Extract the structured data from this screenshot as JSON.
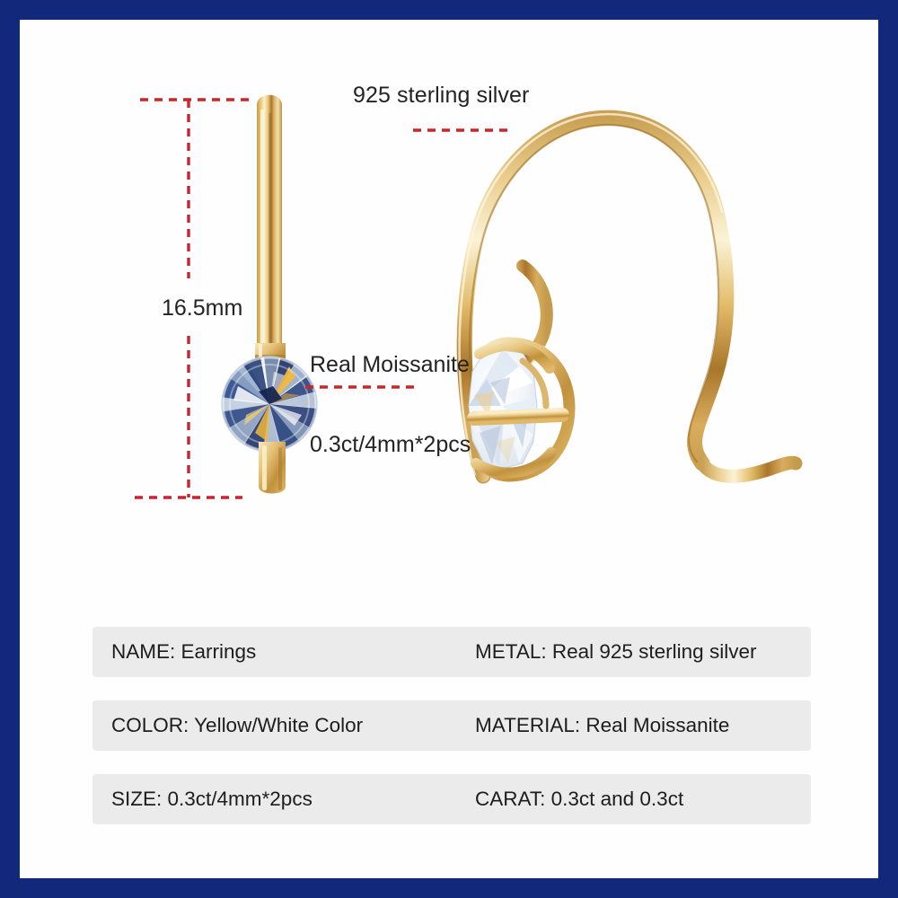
{
  "theme": {
    "border_color": "#12287a",
    "canvas_color": "#ffffff",
    "annotation_line_color": "#c9252d",
    "spec_row_bg": "#ebebeb",
    "text_color": "#232323",
    "gold_highlight": "#f7ecc4",
    "gold_mid": "#e2bd6f",
    "gold_shadow": "#a97f37",
    "gem_white": "#f4f7fb",
    "gem_blue": "#2e4a86",
    "gem_navy": "#1b2f5e",
    "gem_gold_spark": "#f0b93a"
  },
  "annotations": {
    "material_label": "925 sterling silver",
    "dimension_label": "16.5mm",
    "stone_label_line1": "Real Moissanite",
    "stone_label_line2": "0.3ct/4mm*2pcs"
  },
  "product": {
    "left_view_name": "front-view-earring",
    "right_view_name": "side-view-earring"
  },
  "spec_table": {
    "rows": [
      {
        "left": "NAME: Earrings",
        "right": "METAL: Real 925 sterling silver"
      },
      {
        "left": "COLOR: Yellow/White Color",
        "right": "MATERIAL: Real Moissanite"
      },
      {
        "left": "SIZE: 0.3ct/4mm*2pcs",
        "right": "CARAT: 0.3ct and 0.3ct"
      }
    ]
  }
}
